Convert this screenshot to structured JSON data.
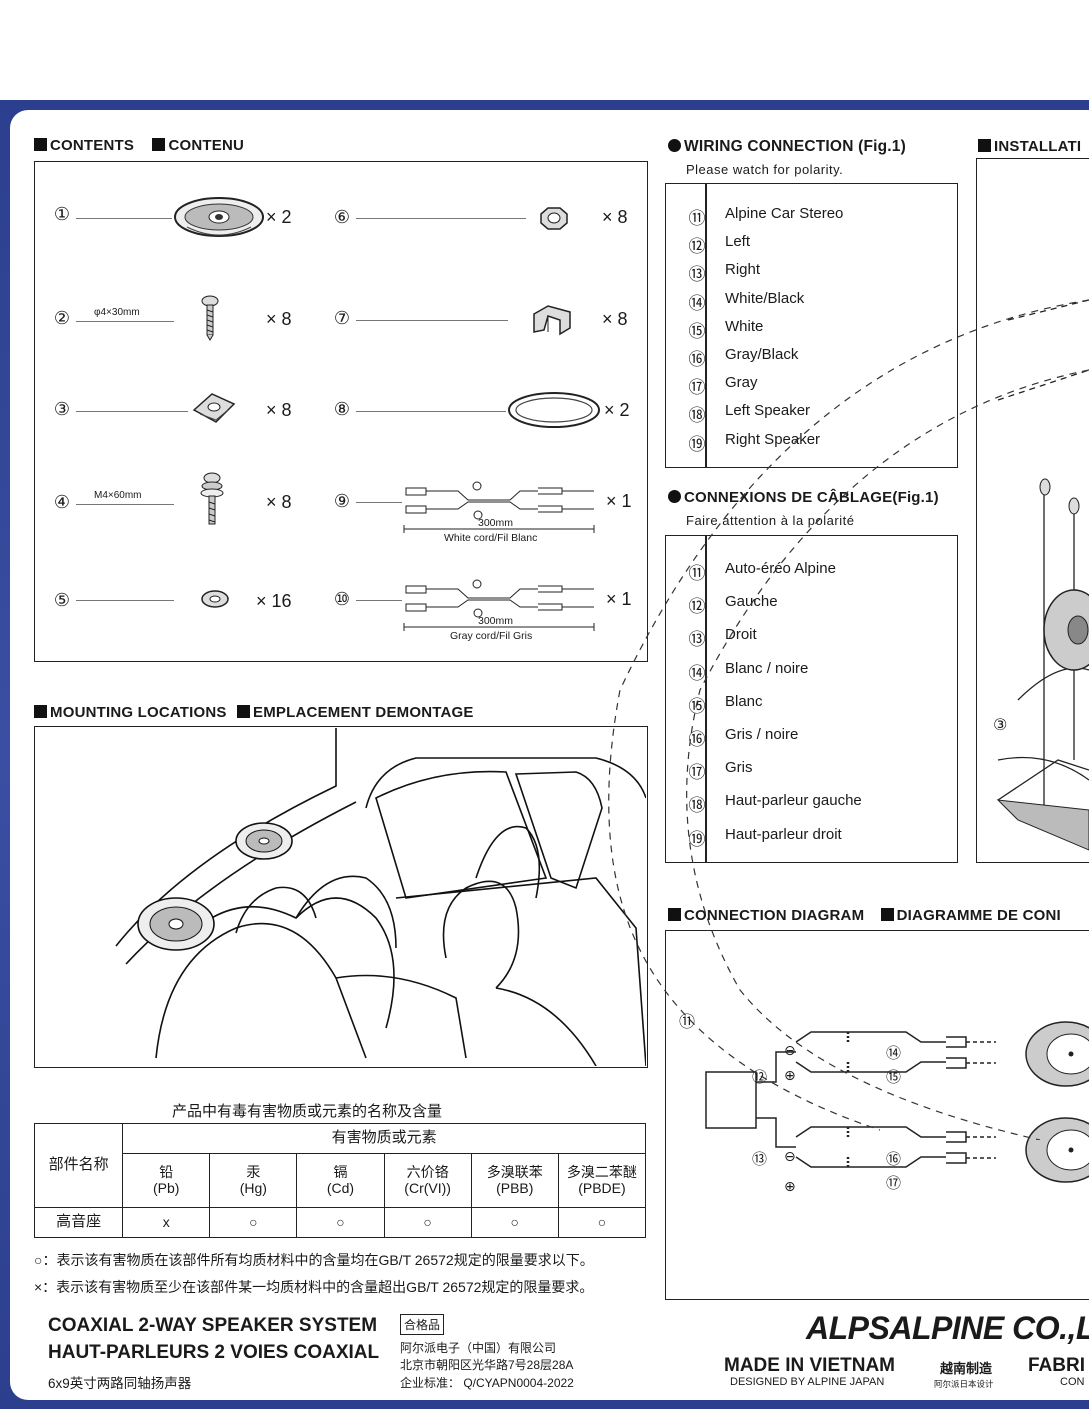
{
  "contents": {
    "title_en": "CONTENTS",
    "title_fr": "CONTENU",
    "items": [
      {
        "num": "①",
        "qty": "× 2"
      },
      {
        "num": "②",
        "label": "φ4×30mm",
        "qty": "× 8"
      },
      {
        "num": "③",
        "qty": "× 8"
      },
      {
        "num": "④",
        "label": "M4×60mm",
        "qty": "× 8"
      },
      {
        "num": "⑤",
        "qty": "× 16"
      },
      {
        "num": "⑥",
        "qty": "× 8"
      },
      {
        "num": "⑦",
        "qty": "× 8"
      },
      {
        "num": "⑧",
        "qty": "× 2"
      },
      {
        "num": "⑨",
        "qty": "× 1",
        "length": "300mm",
        "cord": "White cord/Fil Blanc"
      },
      {
        "num": "⑩",
        "qty": "× 1",
        "length": "300mm",
        "cord": "Gray cord/Fil Gris"
      }
    ]
  },
  "mounting": {
    "title_en": "MOUNTING LOCATIONS",
    "title_fr": "EMPLACEMENT DEMONTAGE"
  },
  "wiring_en": {
    "title": "WIRING CONNECTION (Fig.1)",
    "subtitle": "Please watch for polarity.",
    "rows": [
      {
        "num": "⑪",
        "text": "Alpine Car Stereo"
      },
      {
        "num": "⑫",
        "text": "Left"
      },
      {
        "num": "⑬",
        "text": "Right"
      },
      {
        "num": "⑭",
        "text": "White/Black"
      },
      {
        "num": "⑮",
        "text": "White"
      },
      {
        "num": "⑯",
        "text": "Gray/Black"
      },
      {
        "num": "⑰",
        "text": "Gray"
      },
      {
        "num": "⑱",
        "text": "Left Speaker"
      },
      {
        "num": "⑲",
        "text": "Right Speaker"
      }
    ]
  },
  "wiring_fr": {
    "title": "CONNEXIONS DE CÂBLAGE(Fig.1)",
    "subtitle": "Faire attention à la polarité",
    "rows": [
      {
        "num": "⑪",
        "text": "Auto-éréo Alpine"
      },
      {
        "num": "⑫",
        "text": "Gauche"
      },
      {
        "num": "⑬",
        "text": "Droit"
      },
      {
        "num": "⑭",
        "text": "Blanc / noire"
      },
      {
        "num": "⑮",
        "text": "Blanc"
      },
      {
        "num": "⑯",
        "text": "Gris / noire"
      },
      {
        "num": "⑰",
        "text": "Gris"
      },
      {
        "num": "⑱",
        "text": "Haut-parleur gauche"
      },
      {
        "num": "⑲",
        "text": "Haut-parleur droit"
      }
    ]
  },
  "installation": {
    "title": "INSTALLATI",
    "callout": "③"
  },
  "connection_diagram": {
    "title_en": "CONNECTION DIAGRAM",
    "title_fr": "DIAGRAMME DE CONI",
    "labels": {
      "n11": "⑪",
      "n12": "⑫",
      "n13": "⑬",
      "n14": "⑭",
      "n15": "⑮",
      "n16": "⑯",
      "n17": "⑰",
      "plus": "⊕",
      "minus": "⊖"
    }
  },
  "hazard_table": {
    "caption": "产品中有毒有害物质或元素的名称及含量",
    "header_col": "部件名称",
    "group_header": "有害物质或元素",
    "substances": [
      {
        "name": "铅",
        "symbol": "(Pb)"
      },
      {
        "name": "汞",
        "symbol": "(Hg)"
      },
      {
        "name": "镉",
        "symbol": "(Cd)"
      },
      {
        "name": "六价铬",
        "symbol": "(Cr(VI))"
      },
      {
        "name": "多溴联苯",
        "symbol": "(PBB)"
      },
      {
        "name": "多溴二苯醚",
        "symbol": "(PBDE)"
      }
    ],
    "row_name": "高音座",
    "row_values": [
      "x",
      "○",
      "○",
      "○",
      "○",
      "○"
    ],
    "note1": "○：表示该有害物质在该部件所有均质材料中的含量均在GB/T 26572规定的限量要求以下。",
    "note2": "×：表示该有害物质至少在该部件某一均质材料中的含量超出GB/T 26572规定的限量要求。"
  },
  "footer": {
    "line1": "COAXIAL 2-WAY SPEAKER SYSTEM",
    "line2": "HAUT-PARLEURS 2 VOIES COAXIAL",
    "line3": "6x9英寸两路同轴扬声器",
    "stamp": "合格品",
    "company_cn": "阿尔派电子（中国）有限公司",
    "address": "北京市朝阳区光华路7号28层28A",
    "standard": "企业标准：  Q/CYAPN0004-2022",
    "brand": "ALPSALPINE CO.,L",
    "made_in": "MADE IN VIETNAM",
    "designed_by": "DESIGNED BY ALPINE JAPAN",
    "made_cn": "越南制造",
    "designed_cn": "阿尔派日本设计",
    "fabric": "FABRI",
    "fabric_sub": "CON"
  }
}
